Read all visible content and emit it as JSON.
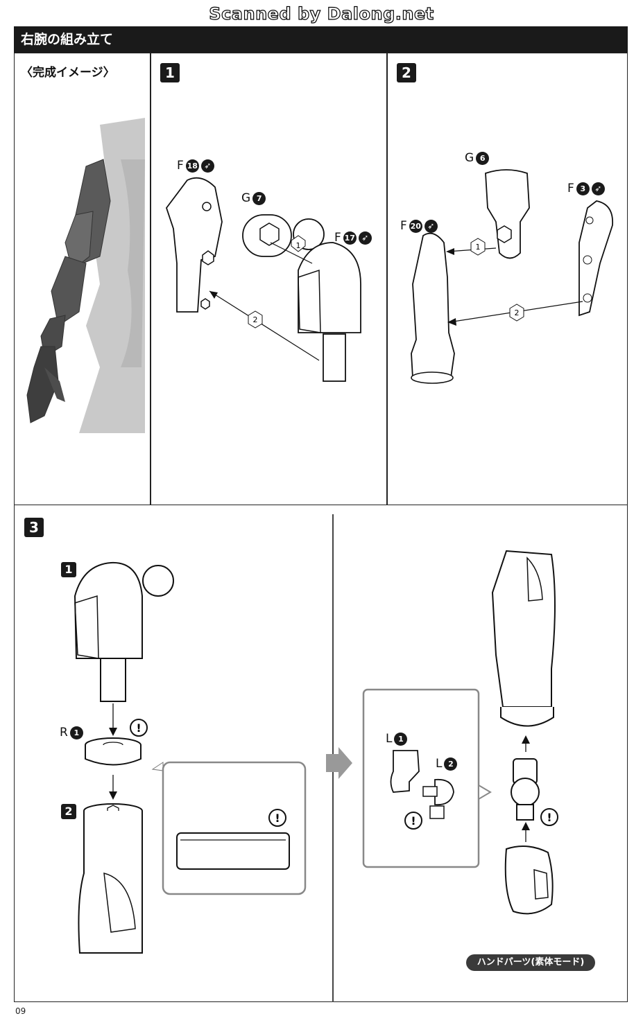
{
  "watermark": "Scanned by Dalong.net",
  "header": {
    "title": "右腕の組み立て"
  },
  "preview": {
    "label": "〈完成イメージ〉"
  },
  "steps": {
    "s1": {
      "number": "1"
    },
    "s2": {
      "number": "2"
    },
    "s3": {
      "number": "3"
    }
  },
  "step1": {
    "parts": [
      {
        "letter": "F",
        "num": "18",
        "cut_icon": "nub-cut-icon"
      },
      {
        "letter": "G",
        "num": "7"
      },
      {
        "letter": "F",
        "num": "17",
        "cut_icon": "nub-cut-icon"
      }
    ],
    "order": [
      "1",
      "2"
    ]
  },
  "step2": {
    "parts": [
      {
        "letter": "G",
        "num": "6"
      },
      {
        "letter": "F",
        "num": "3",
        "cut_icon": "nub-cut-icon"
      },
      {
        "letter": "F",
        "num": "20",
        "cut_icon": "nub-cut-icon"
      }
    ],
    "order": [
      "1",
      "2"
    ]
  },
  "step3": {
    "sub1": "1",
    "sub2": "2",
    "ring_part": {
      "letter": "R",
      "num": "1"
    },
    "hand_parts": [
      {
        "letter": "L",
        "num": "1"
      },
      {
        "letter": "L",
        "num": "2"
      }
    ],
    "caution": "!",
    "hand_caption": "ハンドパーツ(素体モード)"
  },
  "footer": {
    "page": "09"
  }
}
